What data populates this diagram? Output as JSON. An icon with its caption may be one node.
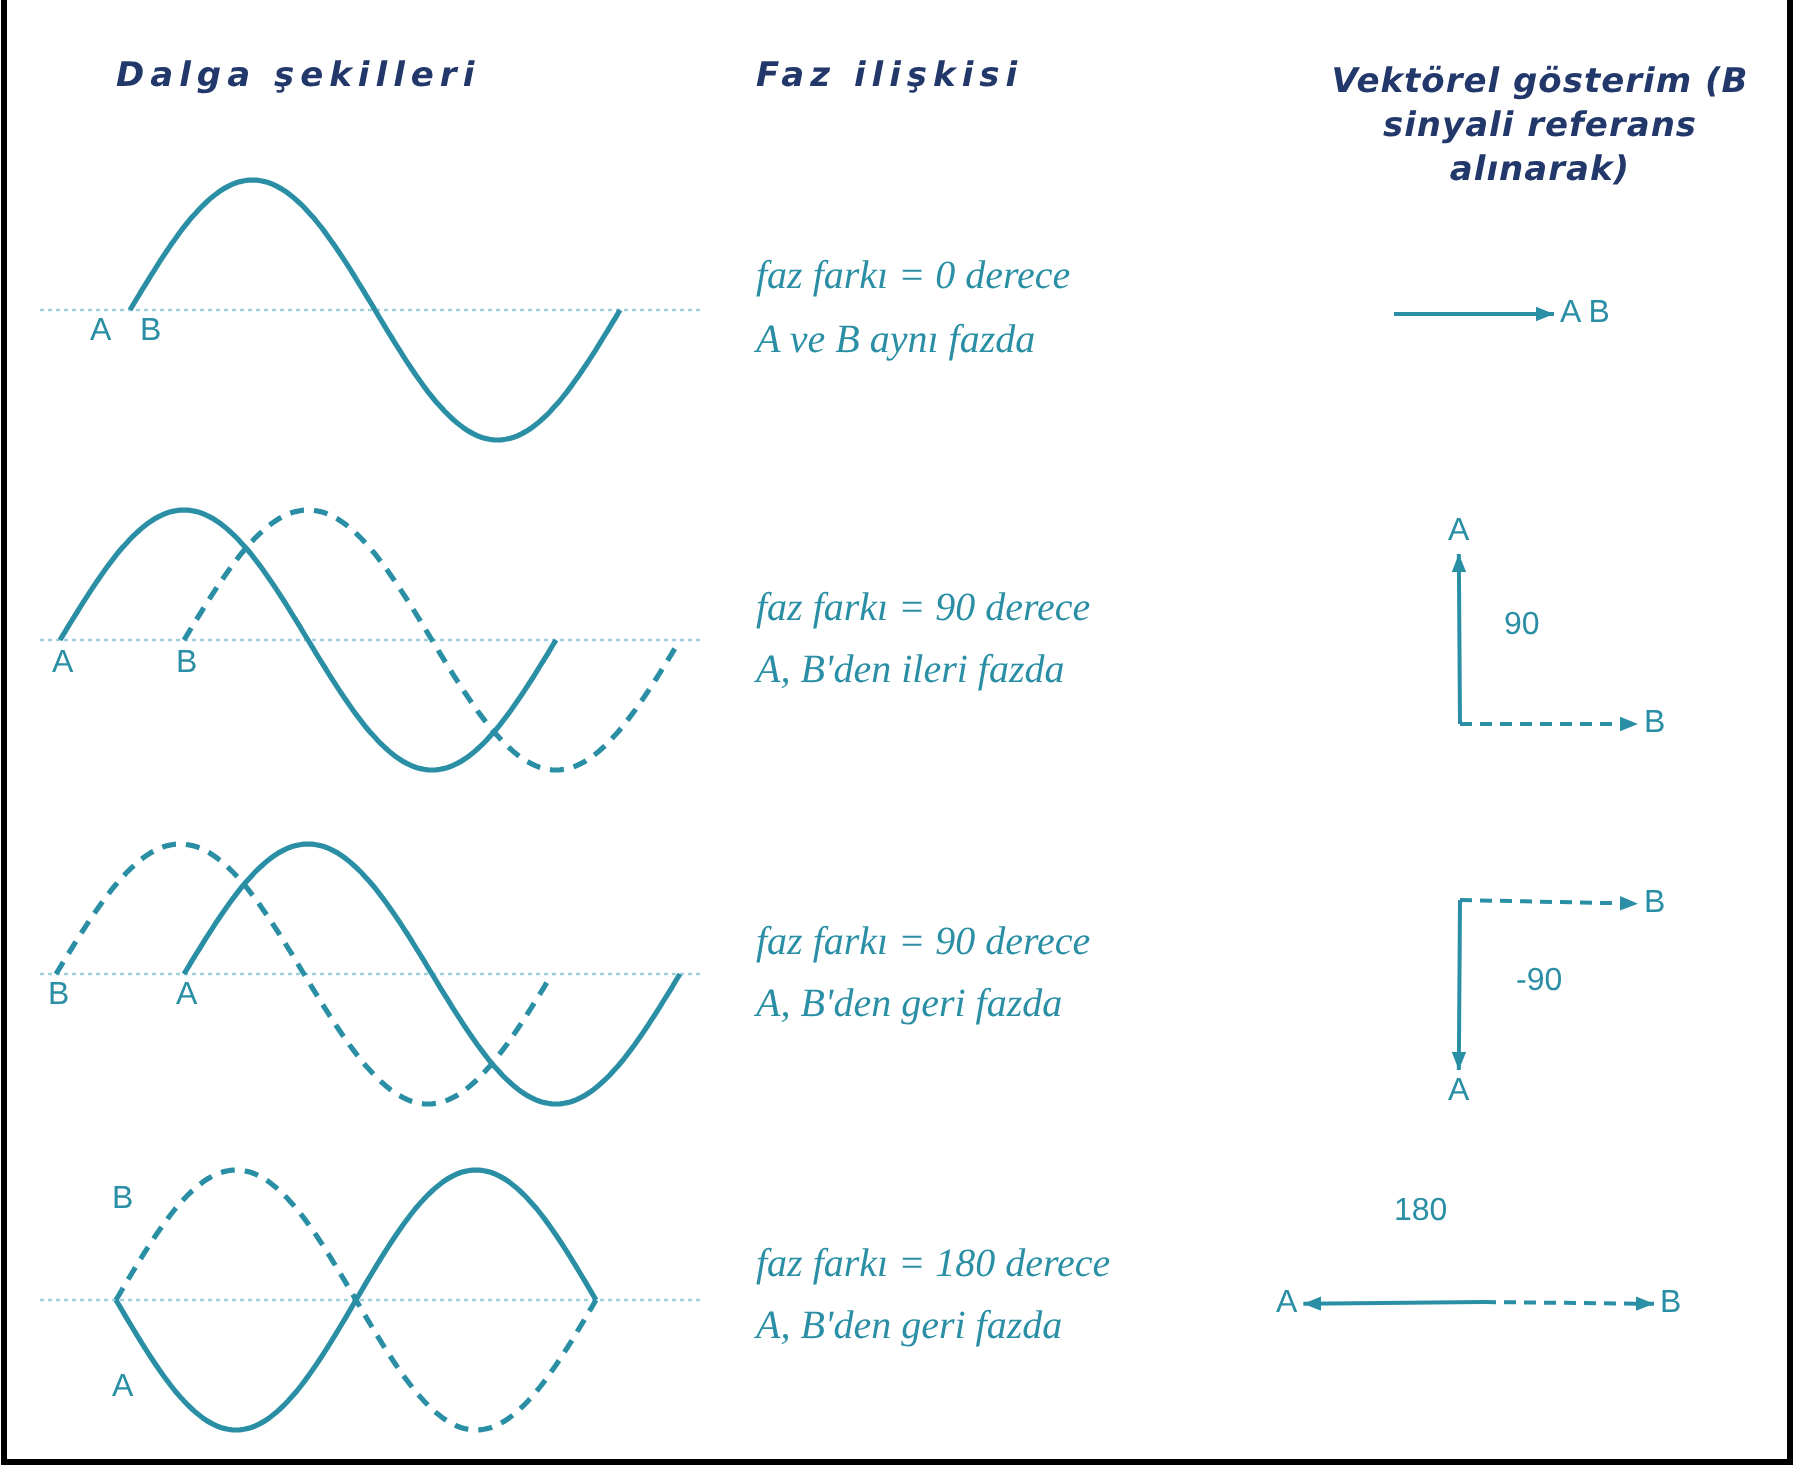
{
  "diagram": {
    "nodes": [
      {
        "text": [
          "A B"
        ]
      },
      {
        "text": [
          "A"
        ]
      },
      {
        "text": [
          "B"
        ]
      },
      {
        "text": [
          "B"
        ]
      },
      {
        "text": [
          "A"
        ]
      },
      {
        "text": [
          "A"
        ]
      },
      {
        "text": [
          "B"
        ]
      }
    ],
    "edges": [
      {
        "from": null,
        "to": 0,
        "arrow": "to"
      },
      {
        "from": null,
        "to": 1,
        "arrow": "to"
      },
      {
        "from": null,
        "to": 2,
        "arrow": "to",
        "style": "dashed"
      },
      {
        "from": null,
        "to": 3,
        "arrow": "to",
        "style": "dashed"
      },
      {
        "from": null,
        "to": 4,
        "arrow": "to"
      },
      {
        "from": null,
        "to": 5,
        "arrow": "to"
      },
      {
        "from": null,
        "to": 6,
        "arrow": "to",
        "style": "dashed"
      }
    ],
    "labels": [
      "Dalga şekilleri",
      "Faz ilişkisi",
      "Vektörel gösterim (B sinyali referans alınarak)",
      "A",
      "B",
      "faz farkı = 0 derece",
      "A ve B aynı fazda",
      "A",
      "B",
      "faz farkı = 90 derece",
      "A, B'den ileri fazda",
      "90",
      "B",
      "A",
      "faz farkı = 90 derece",
      "A, B'den geri fazda",
      "-90",
      "B",
      "A",
      "faz farkı = 180 derece",
      "A, B'den geri fazda",
      "180"
    ]
  }
}
